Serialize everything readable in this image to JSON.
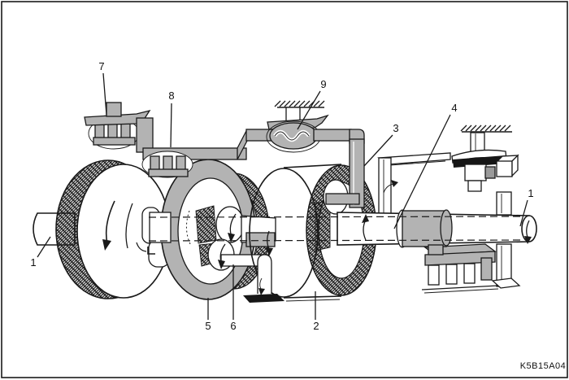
{
  "figure": {
    "code": "K5B15A04",
    "callouts": [
      {
        "id": "input-shaft-left",
        "label": "1"
      },
      {
        "id": "clutch-7",
        "label": "7"
      },
      {
        "id": "clutch-8",
        "label": "8"
      },
      {
        "id": "one-way-clutch-9",
        "label": "9"
      },
      {
        "id": "arm-3",
        "label": "3"
      },
      {
        "id": "shaft-4",
        "label": "4"
      },
      {
        "id": "output-shaft-right",
        "label": "1"
      },
      {
        "id": "ring-gear-5",
        "label": "5"
      },
      {
        "id": "pinion-shaft-6",
        "label": "6"
      },
      {
        "id": "drum-2",
        "label": "2"
      }
    ],
    "colors": {
      "line": "#1a1a1a",
      "fill_gray": "#b3b3b3",
      "background": "#ffffff"
    }
  }
}
